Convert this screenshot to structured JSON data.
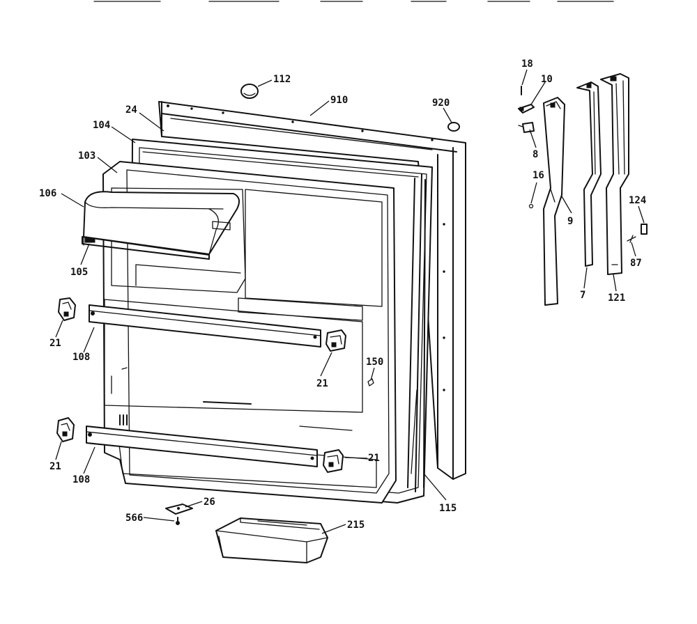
{
  "labels": {
    "l112": "112",
    "l910": "910",
    "l920": "920",
    "l24": "24",
    "l104": "104",
    "l103": "103",
    "l106": "106",
    "l105": "105",
    "l21a": "21",
    "l108a": "108",
    "l21b": "21",
    "l150": "150",
    "l21c": "21",
    "l108b": "108",
    "l21d": "21",
    "l115": "115",
    "l26": "26",
    "l566": "566",
    "l215": "215",
    "l18": "18",
    "l10": "10",
    "l8": "8",
    "l16": "16",
    "l9": "9",
    "l7": "7",
    "l121": "121",
    "l124": "124",
    "l87": "87"
  },
  "colors": {
    "ink": "#111111",
    "paper": "#ffffff"
  }
}
